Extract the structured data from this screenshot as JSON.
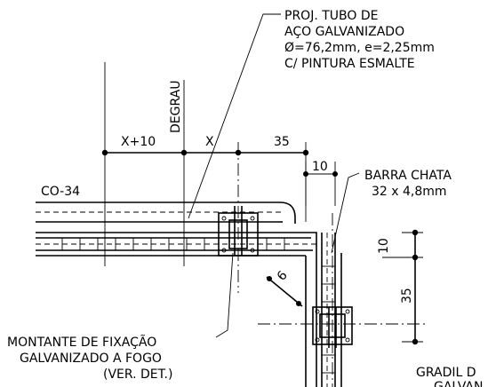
{
  "labels": {
    "pipe_note": [
      "PROJ. TUBO DE",
      "AÇO GALVANIZADO",
      "Ø=76,2mm, e=2,25mm",
      "C/ PINTURA ESMALTE"
    ],
    "step": "DEGRAU",
    "ref_code": "CO-34",
    "flat_bar": [
      "BARRA CHATA",
      "32 x 4,8mm"
    ],
    "post_note": [
      "MONTANTE DE FIXAÇÃO",
      "GALVANIZADO A FOGO",
      "(VER. DET.)"
    ],
    "railing": [
      "GRADIL D",
      "GALVAN"
    ]
  },
  "dimensions": {
    "x_plus_10": "X+10",
    "x": "X",
    "d35_top": "35",
    "d10_top": "10",
    "d10_right": "10",
    "d35_right": "35",
    "d6_diag": "6"
  }
}
